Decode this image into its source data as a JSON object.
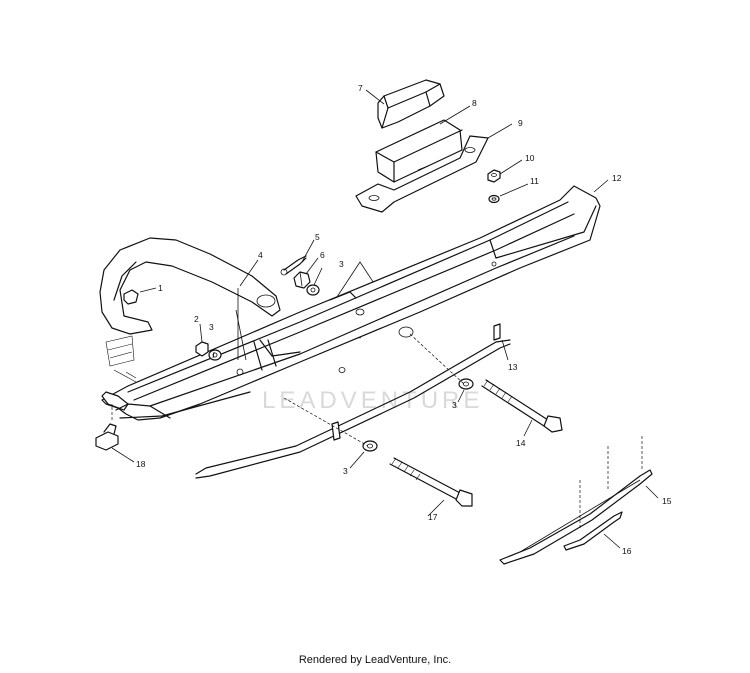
{
  "watermark": "LEADVENTURE",
  "footer": "Rendered by LeadVenture, Inc.",
  "callouts": {
    "c1": "1",
    "c2": "2",
    "c3a": "3",
    "c3b": "3",
    "c3c": "3",
    "c3d": "3",
    "c4": "4",
    "c5": "5",
    "c6": "6",
    "c7": "7",
    "c8": "8",
    "c9": "9",
    "c10": "10",
    "c11": "11",
    "c12": "12",
    "c13": "13",
    "c14": "14",
    "c15": "15",
    "c16": "16",
    "c17": "17",
    "c18": "18"
  }
}
